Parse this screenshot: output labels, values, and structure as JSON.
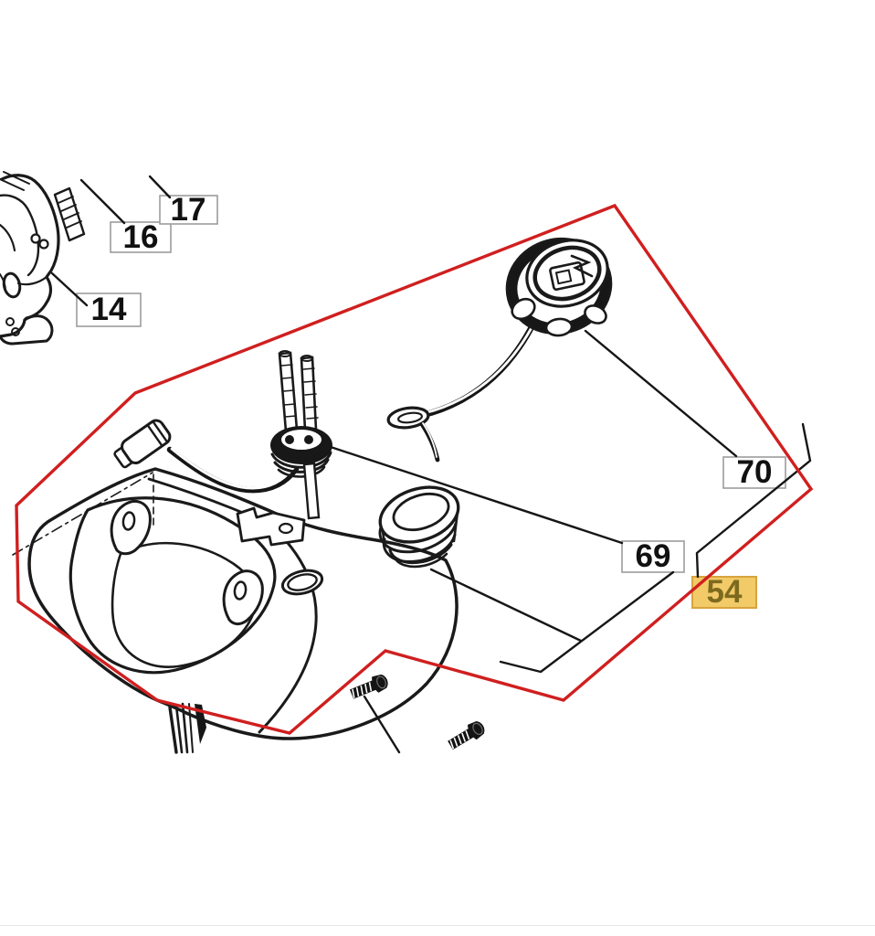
{
  "diagram": {
    "colors": {
      "background": "#ffffff",
      "line": "#1a1a1a",
      "outline": "#d01f1f",
      "label_border": "#9c9c9c",
      "label_text": "#111111",
      "highlight_fill": "#f2ca68",
      "highlight_border": "#d8a43c",
      "highlight_text": "#7d6a1e"
    },
    "callouts": {
      "n14": {
        "label": "14",
        "highlighted": false
      },
      "n16": {
        "label": "16",
        "highlighted": false
      },
      "n17": {
        "label": "17",
        "highlighted": false
      },
      "n54": {
        "label": "54",
        "highlighted": true
      },
      "n69": {
        "label": "69",
        "highlighted": false
      },
      "n70": {
        "label": "70",
        "highlighted": false
      }
    }
  }
}
